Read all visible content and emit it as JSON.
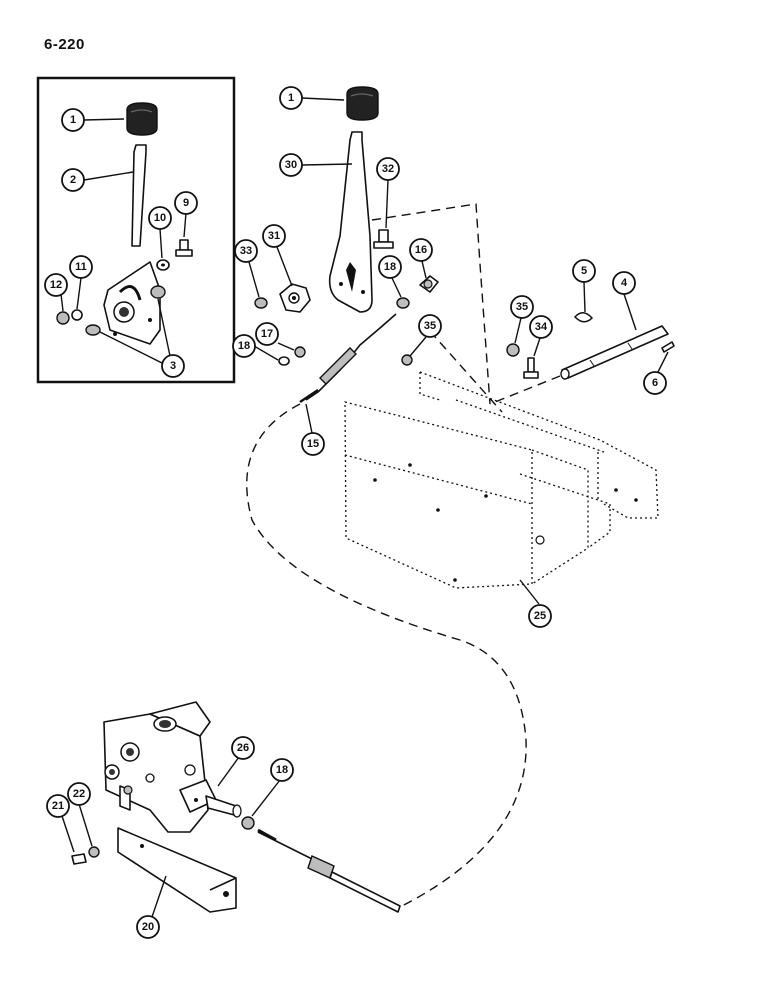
{
  "page": {
    "number": "6-220"
  },
  "callouts": {
    "inset": {
      "c1": "1",
      "c2": "2",
      "c3": "3",
      "c9": "9",
      "c10": "10",
      "c11": "11",
      "c12": "12"
    },
    "upper": {
      "c1": "1",
      "c30": "30",
      "c32": "32",
      "c33": "33",
      "c31": "31",
      "c16": "16",
      "c18a": "18",
      "c17": "17",
      "c18b": "18",
      "c15": "15",
      "c35a": "35",
      "c35b": "35",
      "c34": "34",
      "c5": "5",
      "c4": "4",
      "c6": "6",
      "c25": "25"
    },
    "lower": {
      "c26": "26",
      "c18": "18",
      "c21": "21",
      "c22": "22",
      "c20": "20"
    }
  }
}
